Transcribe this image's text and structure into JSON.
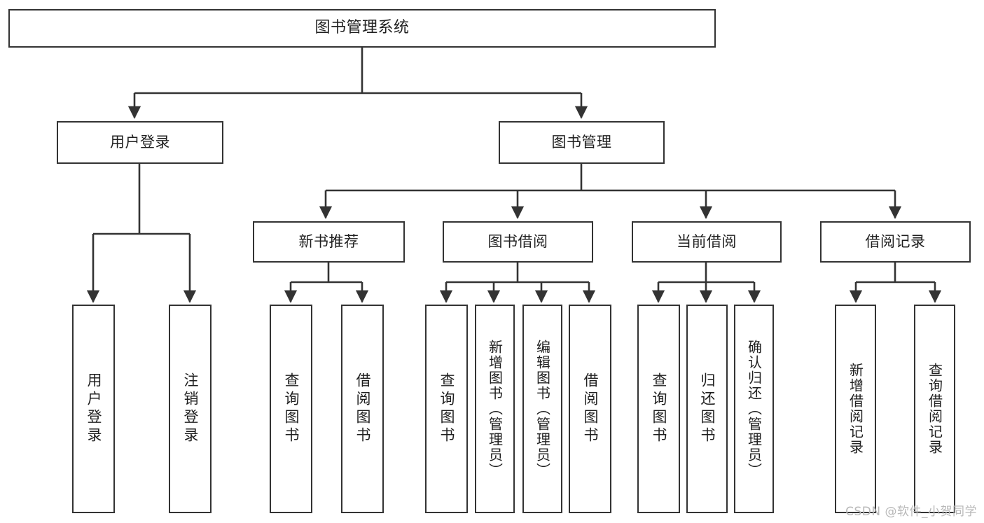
{
  "diagram": {
    "type": "hierarchy-tree",
    "title": "图书管理系统",
    "root": {
      "label": "图书管理系统"
    },
    "level2": [
      {
        "label": "用户登录"
      },
      {
        "label": "图书管理"
      }
    ],
    "level3": [
      {
        "label": "新书推荐"
      },
      {
        "label": "图书借阅"
      },
      {
        "label": "当前借阅"
      },
      {
        "label": "借阅记录"
      }
    ],
    "leaves": {
      "user_login": [
        {
          "label": "用户登录"
        },
        {
          "label": "注销登录"
        }
      ],
      "new_book_recommend": [
        {
          "label": "查询图书"
        },
        {
          "label": "借阅图书"
        }
      ],
      "book_borrow": [
        {
          "label": "查询图书"
        },
        {
          "label": "新增图书（管理员）"
        },
        {
          "label": "编辑图书（管理员）"
        },
        {
          "label": "借阅图书"
        }
      ],
      "current_borrow": [
        {
          "label": "查询图书"
        },
        {
          "label": "归还图书"
        },
        {
          "label": "确认归还（管理员）"
        }
      ],
      "borrow_record": [
        {
          "label": "新增借阅记录"
        },
        {
          "label": "查询借阅记录"
        }
      ]
    }
  },
  "watermark": {
    "text": "CSDN @软件_小贺同学"
  },
  "colors": {
    "background": "#ffffff",
    "box_border": "#333333",
    "box_fill": "#ffffff",
    "text": "#1f1f1f",
    "connector": "#333333",
    "watermark": "#b8b8b8"
  }
}
